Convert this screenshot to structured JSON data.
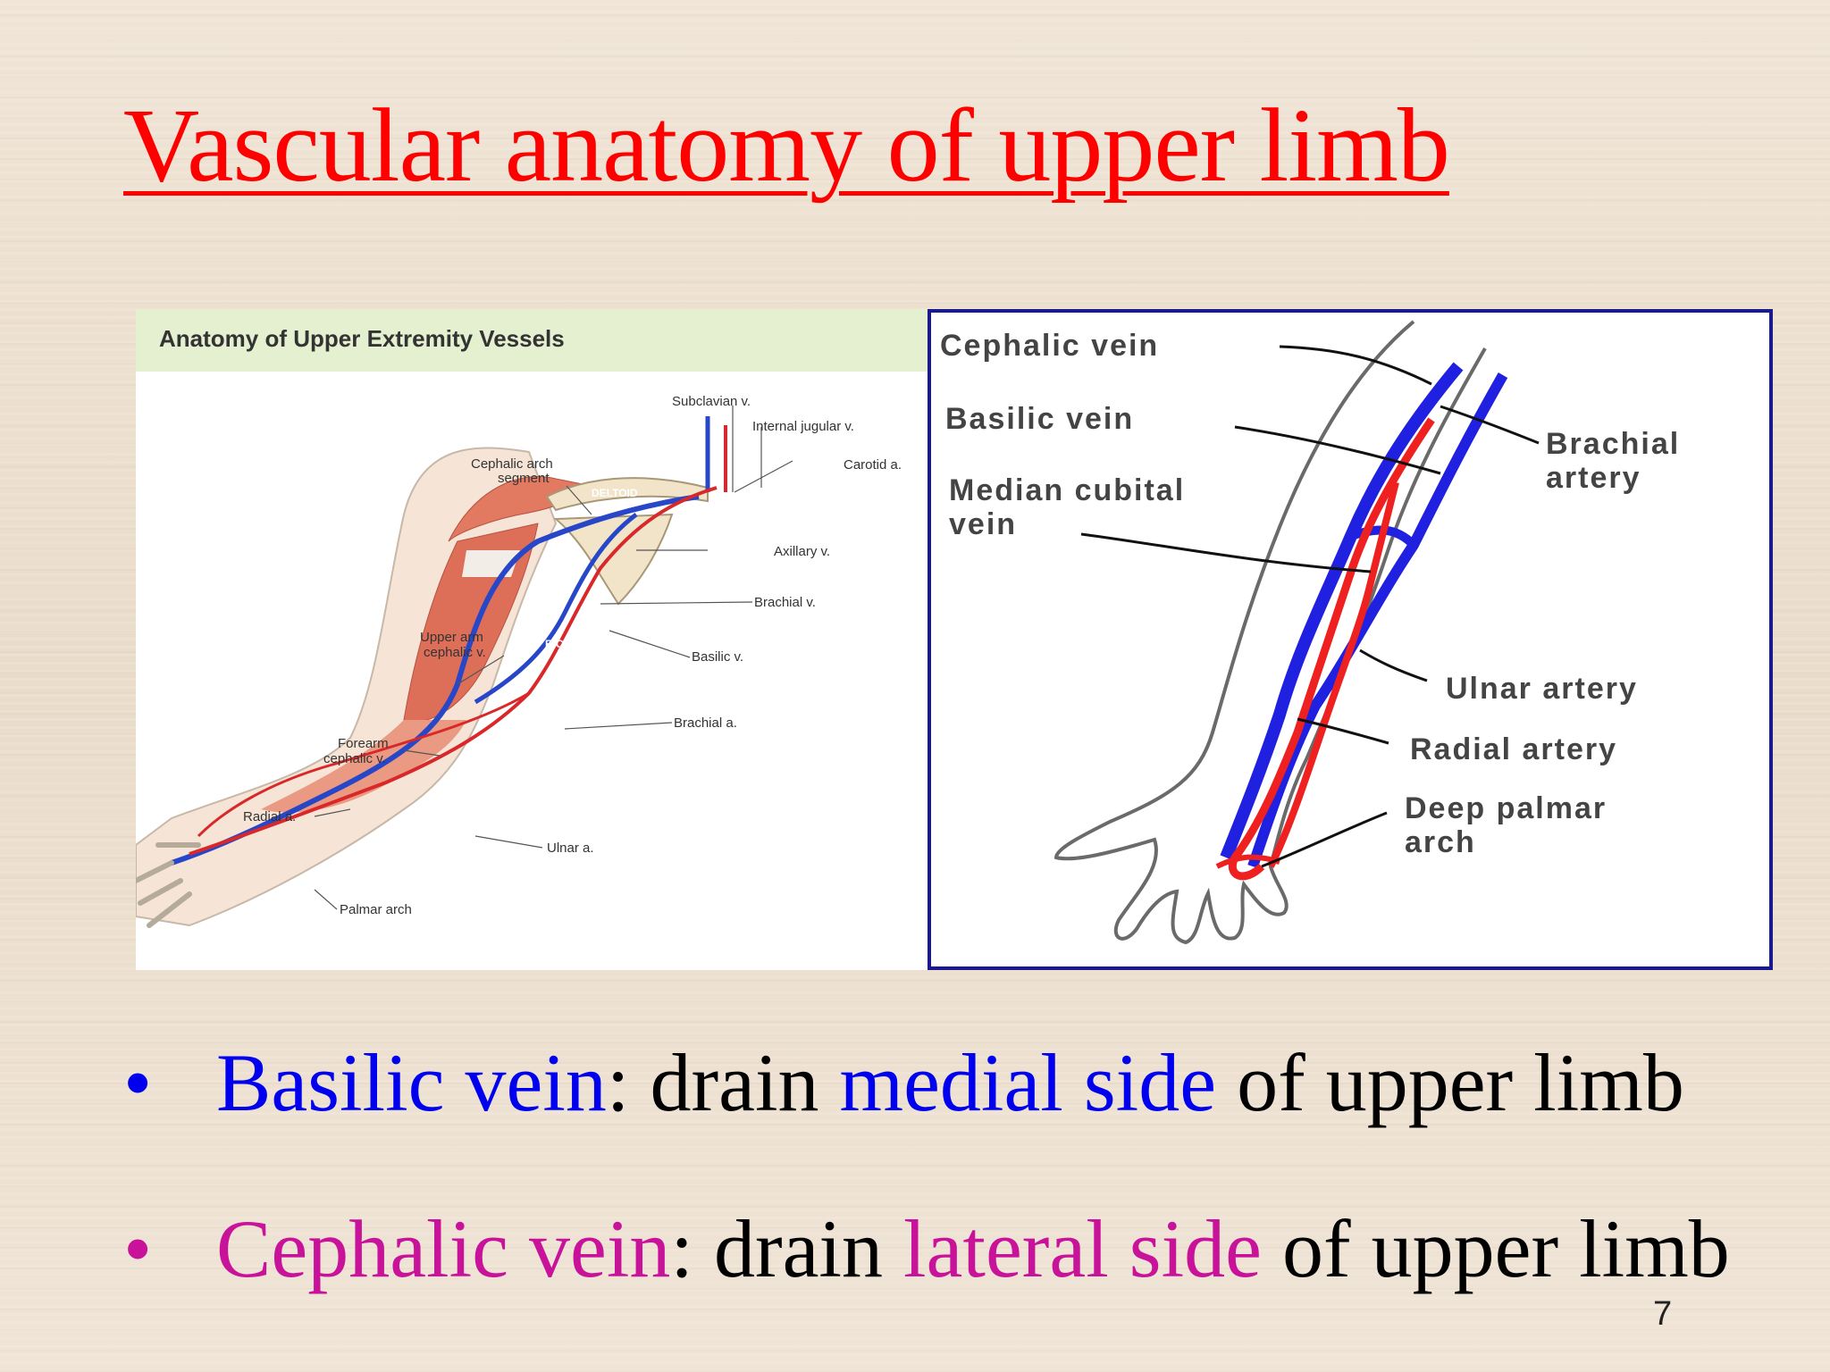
{
  "slide": {
    "title": "Vascular anatomy of upper limb",
    "page_number": "7"
  },
  "left_figure": {
    "heading": "Anatomy of Upper Extremity Vessels",
    "labels": {
      "subclavian": "Subclavian v.",
      "internal_jugular": "Internal jugular v.",
      "carotid": "Carotid a.",
      "cephalic_arch_1": "Cephalic arch",
      "cephalic_arch_2": "segment",
      "deltoid": "DELTOID",
      "axillary": "Axillary v.",
      "brachial_v": "Brachial v.",
      "upper_arm_1": "Upper arm",
      "upper_arm_2": "cephalic v.",
      "biceps": "BICEPS",
      "basilic": "Basilic v.",
      "brachial_a": "Brachial a.",
      "forearm_1": "Forearm",
      "forearm_2": "cephalic v.",
      "radial": "Radial a.",
      "ulnar": "Ulnar a.",
      "palmar": "Palmar arch"
    }
  },
  "right_figure": {
    "labels": {
      "cephalic_vein": "Cephalic vein",
      "basilic_vein": "Basilic vein",
      "median_cubital_1": "Median cubital",
      "median_cubital_2": "vein",
      "brachial_1": "Brachial",
      "brachial_2": "artery",
      "ulnar_artery": "Ulnar artery",
      "radial_artery": "Radial artery",
      "deep_palmar_1": "Deep palmar",
      "deep_palmar_2": "arch"
    }
  },
  "bullets": [
    {
      "marker": "•",
      "term": "Basilic vein",
      "sep": ": drain ",
      "highlight": "medial side",
      "rest": " of upper limb",
      "color": "#0000ee"
    },
    {
      "marker": "•",
      "term": "Cephalic vein",
      "sep": ": drain ",
      "highlight": "lateral side",
      "rest": " of upper limb",
      "color": "#c8129a"
    }
  ]
}
